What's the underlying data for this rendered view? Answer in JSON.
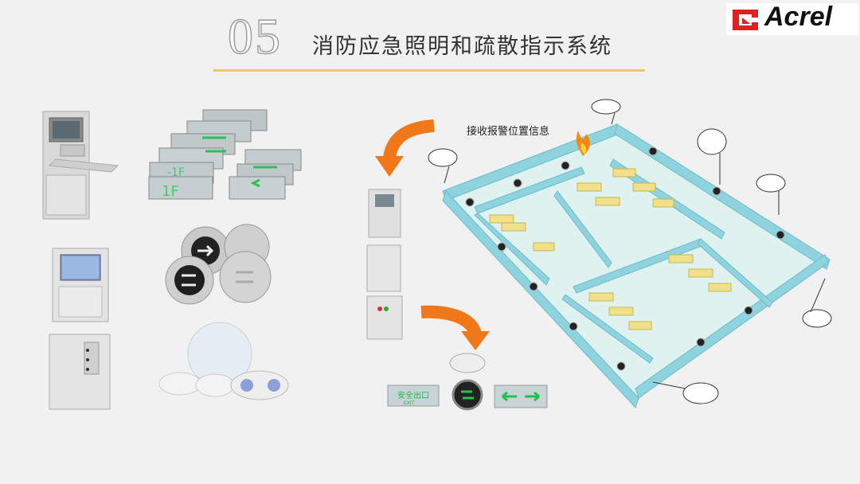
{
  "slide": {
    "number": "05",
    "title": "消防应急照明和疏散指示系统"
  },
  "logo": {
    "brand": "Acrel",
    "icon": "acrel-logo-icon"
  },
  "callout": {
    "text": "接收报警位置信息"
  },
  "signs": {
    "floor_label": "1F",
    "floor_label_b": "-1F",
    "exit_sign_cn": "安全出口",
    "exit_sign_en": "EXIT"
  },
  "colors": {
    "accent_orange": "#f07818",
    "wall_cyan": "#8fd3df",
    "floor": "#dff2f0",
    "furniture": "#f0e08a",
    "sign_green": "#22c24b",
    "title_line": "#f5c26b"
  }
}
